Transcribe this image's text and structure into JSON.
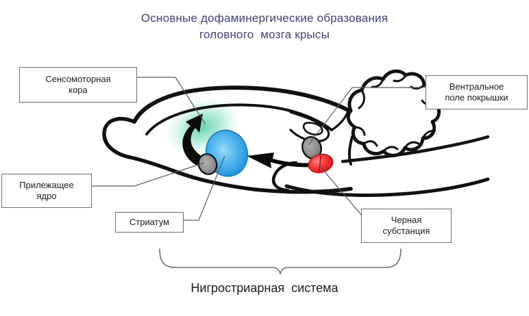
{
  "title": {
    "line1": "Основные дофаминергические образования",
    "line2": "головного  мозга крысы",
    "color": "#3f3f8c"
  },
  "labels": {
    "cortex": "Сенсомоторная\nкора",
    "vta": "Вентральное\nполе покрышки",
    "accumbens": "Прилежащее\nядро",
    "striatum": "Стриатум",
    "nigra": "Черная\nсубстанция"
  },
  "caption": "Нигростриарная  система",
  "structures": {
    "cortex_glow_color": "#45c9a0",
    "striatum_color": "#2a9fe6",
    "striatum_highlight_color": "#8fd4f7",
    "accumbens_color": "#8c8c8c",
    "vta_color": "#8c8c8c",
    "nigra_color": "#ef2b2b",
    "nigra_highlight_color": "#ff7a7a",
    "outline_color": "#000000",
    "leader_color": "#5a5a5a",
    "brace_color": "#6b6b6b"
  }
}
